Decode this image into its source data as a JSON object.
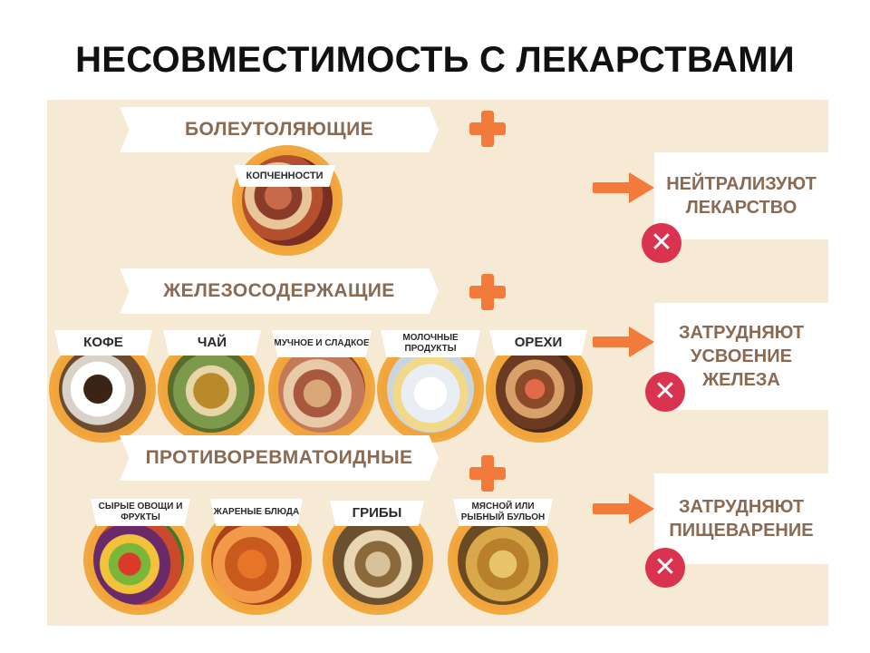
{
  "title": "НЕСОВМЕСТИМОСТЬ С ЛЕКАРСТВАМИ",
  "colors": {
    "panel": "#f6ead4",
    "accent": "#f27a3a",
    "banner_text": "#8a6a52",
    "cross": "#d9334f"
  },
  "rows": [
    {
      "drug": "БОЛЕУТОЛЯЮЩИЕ",
      "foods": [
        {
          "label": "КОПЧЕННОСТИ"
        }
      ],
      "result": [
        "НЕЙТРАЛИЗУЮТ",
        "ЛЕКАРСТВО"
      ]
    },
    {
      "drug": "ЖЕЛЕЗОСОДЕРЖАЩИЕ",
      "foods": [
        {
          "label": "КОФЕ"
        },
        {
          "label": "ЧАЙ"
        },
        {
          "label": "МУЧНОЕ И СЛАДКОЕ"
        },
        {
          "label": "МОЛОЧНЫЕ ПРОДУКТЫ"
        },
        {
          "label": "ОРЕХИ"
        }
      ],
      "result": [
        "ЗАТРУДНЯЮТ",
        "УСВОЕНИЕ",
        "ЖЕЛЕЗА"
      ]
    },
    {
      "drug": "ПРОТИВОРЕВМАТОИДНЫЕ",
      "foods": [
        {
          "label": "СЫРЫЕ ОВОЩИ И ФРУКТЫ"
        },
        {
          "label": "ЖАРЕНЫЕ БЛЮДА"
        },
        {
          "label": "ГРИБЫ"
        },
        {
          "label": "МЯСНОЙ ИЛИ РЫБНЫЙ БУЛЬОН"
        }
      ],
      "result": [
        "ЗАТРУДНЯЮТ",
        "ПИЩЕВАРЕНИЕ"
      ]
    }
  ]
}
